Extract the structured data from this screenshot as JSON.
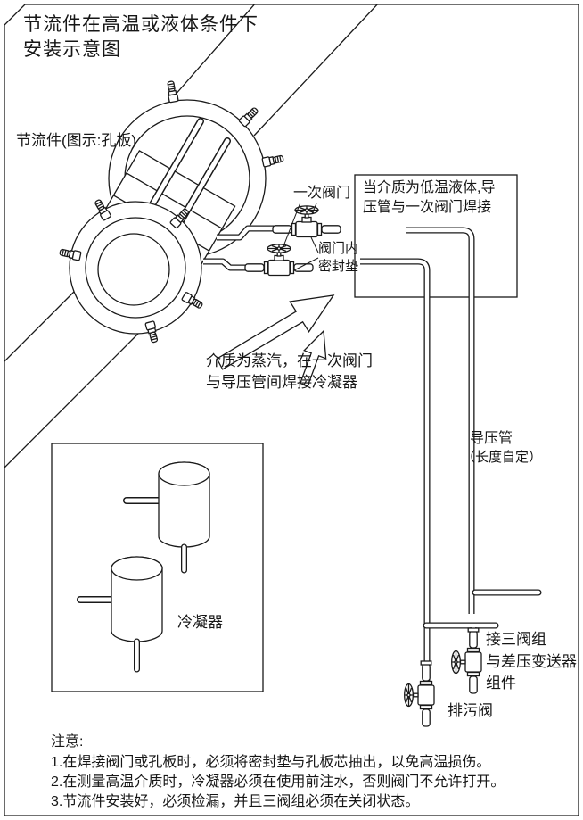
{
  "title": {
    "line1": "节流件在高温或液体条件下",
    "line2": "安装示意图"
  },
  "labels": {
    "throttle_element": "节流件(图示:孔板)",
    "primary_valve": "一次阀门",
    "valve_seal_l1": "阀门内",
    "valve_seal_l2": "密封垫",
    "info_box_l1": "当介质为低温液体,导",
    "info_box_l2": "压管与一次阀门焊接",
    "steam_l1": "介质为蒸汽，在一次阀门",
    "steam_l2": "与导压管间焊接冷凝器",
    "impulse_l1": "导压管",
    "impulse_l2": "（长度自定）",
    "condenser": "冷凝器",
    "manifold_l1": "接三阀组",
    "manifold_l2": "与差压变送器",
    "manifold_l3": "组件",
    "drain_valve": "排污阀"
  },
  "notes": {
    "heading": "注意:",
    "items": [
      "1.在焊接阀门或孔板时，必须将密封垫与孔板芯抽出，以免高温损伤。",
      "2.在测量高温介质时，冷凝器必须在使用前注水，否则阀门不允许打开。",
      "3.节流件安装好，必须检漏，并且三阀组必须在关闭状态。"
    ]
  },
  "colors": {
    "line": "#1a1a1a",
    "background": "#ffffff"
  }
}
